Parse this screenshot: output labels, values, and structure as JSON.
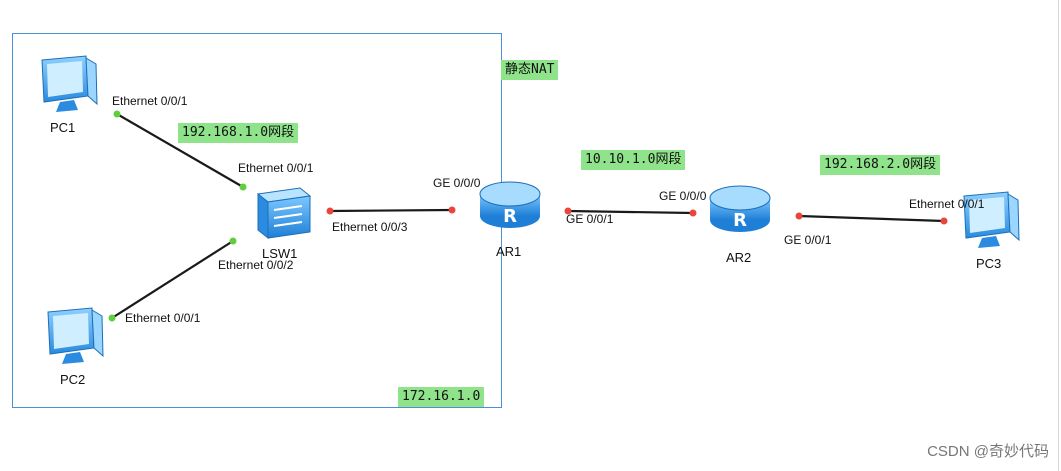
{
  "devices": {
    "pc1": "PC1",
    "pc2": "PC2",
    "pc3": "PC3",
    "lsw1": "LSW1",
    "ar1": "AR1",
    "ar2": "AR2"
  },
  "ports": {
    "pc1_eth": "Ethernet 0/0/1",
    "lsw1_e1": "Ethernet 0/0/1",
    "lsw1_e2": "Ethernet 0/0/2",
    "lsw1_e3": "Ethernet 0/0/3",
    "pc2_eth": "Ethernet 0/0/1",
    "ar1_ge0": "GE 0/0/0",
    "ar1_ge1": "GE 0/0/1",
    "ar2_ge0": "GE 0/0/0",
    "ar2_ge1": "GE 0/0/1",
    "pc3_eth": "Ethernet 0/0/1"
  },
  "tags": {
    "static_nat": "静态NAT",
    "net_192_1": "192.168.1.0网段",
    "net_10_10": "10.10.1.0网段",
    "net_192_2": "192.168.2.0网段",
    "net_172": "172.16.1.0"
  },
  "watermark": "CSDN @奇妙代码",
  "colors": {
    "link": "#1a1a1a",
    "port_green": "#5fcf3f",
    "port_red": "#e8453c",
    "tag_bg": "#8fe38a",
    "box_border": "#4a90d9",
    "device_blue": "#3aa0e8"
  }
}
